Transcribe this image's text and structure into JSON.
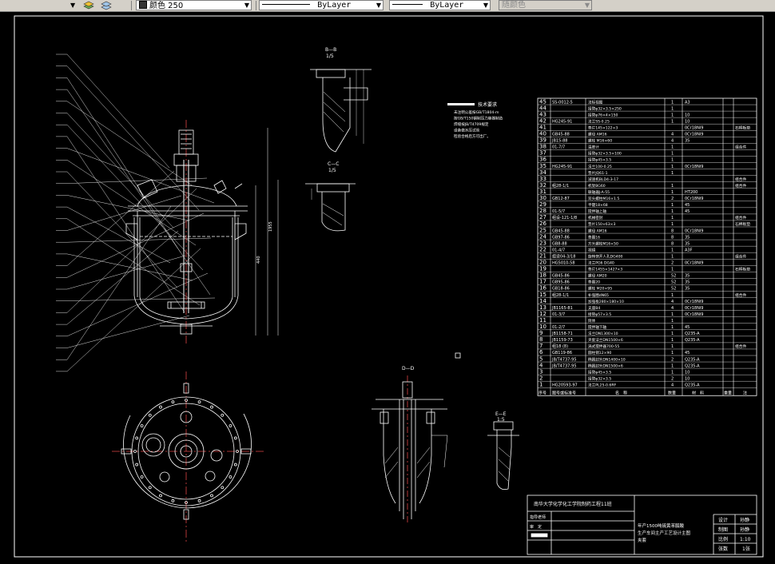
{
  "toolbar": {
    "color_label": "颜色 250",
    "linetype": "ByLayer",
    "lineweight": "ByLayer",
    "plotstyle": "随颜色"
  },
  "views": {
    "bb_title": "B—B",
    "bb_scale": "1/5",
    "cc_title": "C—C",
    "cc_scale": "1/5",
    "dd_title": "D—D",
    "ee_title": "E—E",
    "ee_scale": "1:5",
    "dim_left": "1955",
    "dim_right": "440"
  },
  "tech_req": {
    "title": "技术要求",
    "lines": [
      "未注明公差按GB/T1804-m",
      "按GB/T150钢制压力容器制造",
      "焊缝按JB/T4709规定",
      "设备做水压试验",
      "检验合格后方可出厂。"
    ]
  },
  "parts_list": {
    "headers": {
      "no": "序号",
      "code": "图号或标准号",
      "name": "名　称",
      "qty": "数量",
      "material": "材　料",
      "mass": "重量",
      "remark": "注"
    },
    "rows": [
      {
        "no": "45",
        "code": "SS-0012-5",
        "name": "法标视图",
        "qty": "1",
        "material": "A3",
        "remark": ""
      },
      {
        "no": "44",
        "code": "",
        "name": "接管φ32×3.5×250",
        "qty": "1",
        "material": "",
        "remark": ""
      },
      {
        "no": "43",
        "code": "",
        "name": "接管φ76×4×150",
        "qty": "1",
        "material": "10",
        "remark": ""
      },
      {
        "no": "42",
        "code": "HG245-91",
        "name": "法兰SS-0.25",
        "qty": "1",
        "material": "10",
        "remark": ""
      },
      {
        "no": "41",
        "code": "",
        "name": "垫片145×122×3",
        "qty": "",
        "material": "0Cr18Ni9",
        "remark": "石棉板垫"
      },
      {
        "no": "40",
        "code": "GB45-88",
        "name": "螺母 AM16",
        "qty": "4",
        "material": "0Cr18Ni9",
        "remark": ""
      },
      {
        "no": "39",
        "code": "JB15-88",
        "name": "螺栓 M16×60",
        "qty": "4",
        "material": "35",
        "remark": ""
      },
      {
        "no": "38",
        "code": "01-7/7",
        "name": "温度计",
        "qty": "1",
        "material": "",
        "remark": "组合件"
      },
      {
        "no": "37",
        "code": "",
        "name": "接管φ32×3.5×100",
        "qty": "1",
        "material": "",
        "remark": ""
      },
      {
        "no": "36",
        "code": "",
        "name": "接管φ45×3.5",
        "qty": "1",
        "material": "",
        "remark": ""
      },
      {
        "no": "35",
        "code": "HG245-91",
        "name": "法兰100-0.25",
        "qty": "1",
        "material": "0Cr18Ni9",
        "remark": ""
      },
      {
        "no": "34",
        "code": "",
        "name": "垫片JQ61-1",
        "qty": "1",
        "material": "",
        "remark": ""
      },
      {
        "no": "33",
        "code": "",
        "name": "减速机BLD4-3-17",
        "qty": "",
        "material": "",
        "remark": "组合件"
      },
      {
        "no": "32",
        "code": "组28-1/1",
        "name": "机架BG60",
        "qty": "1",
        "material": "",
        "remark": "组合件"
      },
      {
        "no": "31",
        "code": "",
        "name": "联轴器J-A-55",
        "qty": "1",
        "material": "HT200",
        "remark": ""
      },
      {
        "no": "30",
        "code": "GB12-87",
        "name": "双头螺柱M16×1.5",
        "qty": "2",
        "material": "0Cr18Ni9",
        "remark": ""
      },
      {
        "no": "29",
        "code": "",
        "name": "平键18×68",
        "qty": "1",
        "material": "45",
        "remark": ""
      },
      {
        "no": "28",
        "code": "01-5/7",
        "name": "搅拌轴上轴",
        "qty": "1",
        "material": "45",
        "remark": ""
      },
      {
        "no": "27",
        "code": "组设-121-1/8",
        "name": "机械密封",
        "qty": "1",
        "material": "",
        "remark": "组合件"
      },
      {
        "no": "26",
        "code": "",
        "name": "垫片150×63×3",
        "qty": "1",
        "material": "",
        "remark": "石棉板垫"
      },
      {
        "no": "25",
        "code": "GB45-88",
        "name": "螺母 AM16",
        "qty": "8",
        "material": "0Cr18Ni9",
        "remark": ""
      },
      {
        "no": "24",
        "code": "GB97-86",
        "name": "垫圈16",
        "qty": "8",
        "material": "35",
        "remark": ""
      },
      {
        "no": "23",
        "code": "GB8-88",
        "name": "方头螺栓M16×50",
        "qty": "8",
        "material": "35",
        "remark": ""
      },
      {
        "no": "22",
        "code": "01-4/7",
        "name": "视镜",
        "qty": "1",
        "material": "A3F",
        "remark": ""
      },
      {
        "no": "21",
        "code": "组设04-3/18",
        "name": "旋转快开人孔DG400",
        "qty": "1",
        "material": "",
        "remark": "组合件"
      },
      {
        "no": "20",
        "code": "HG5010-58",
        "name": "法兰PG6 DG40",
        "qty": "2",
        "material": "0Cr18Ni9",
        "remark": ""
      },
      {
        "no": "19",
        "code": "",
        "name": "垫片1455×1427×3",
        "qty": "1",
        "material": "",
        "remark": "石棉板垫"
      },
      {
        "no": "18",
        "code": "GB45-86",
        "name": "螺母 AM20",
        "qty": "52",
        "material": "35",
        "remark": ""
      },
      {
        "no": "17",
        "code": "GB95-86",
        "name": "垫圈20",
        "qty": "52",
        "material": "35",
        "remark": ""
      },
      {
        "no": "16",
        "code": "GB18-86",
        "name": "螺栓 M20×95",
        "qty": "52",
        "material": "35",
        "remark": ""
      },
      {
        "no": "15",
        "code": "组28-1/1",
        "name": "补强圈dN65",
        "qty": "1",
        "material": "",
        "remark": "组合件"
      },
      {
        "no": "14",
        "code": "",
        "name": "加强板280×180×10",
        "qty": "4",
        "material": "0Cr18Ni9",
        "remark": ""
      },
      {
        "no": "13",
        "code": "JB1165-81",
        "name": "支座B4",
        "qty": "4",
        "material": "0Cr18Ni9",
        "remark": ""
      },
      {
        "no": "12",
        "code": "01-3/7",
        "name": "接管φ57×3.5",
        "qty": "1",
        "material": "0Cr18Ni9",
        "remark": ""
      },
      {
        "no": "11",
        "code": "",
        "name": "筒体",
        "qty": "1",
        "material": "",
        "remark": ""
      },
      {
        "no": "10",
        "code": "01-2/7",
        "name": "搅拌轴下轴",
        "qty": "1",
        "material": "45",
        "remark": ""
      },
      {
        "no": "9",
        "code": "JB1158-71",
        "name": "法兰DN1300×10",
        "qty": "1",
        "material": "Q235-A",
        "remark": ""
      },
      {
        "no": "8",
        "code": "JB1159-73",
        "name": "夹套法兰DN1500×6",
        "qty": "1",
        "material": "Q235-A",
        "remark": ""
      },
      {
        "no": "7",
        "code": "组18 (8)",
        "name": "涡式搅拌器700-55",
        "qty": "1",
        "material": "",
        "remark": "组合件"
      },
      {
        "no": "6",
        "code": "GB119-86",
        "name": "圆柱销12×90",
        "qty": "1",
        "material": "45",
        "remark": ""
      },
      {
        "no": "5",
        "code": "JB/T4737-95",
        "name": "椭圆封头DN1400×10",
        "qty": "2",
        "material": "Q235-A",
        "remark": ""
      },
      {
        "no": "4",
        "code": "JB/T4737-95",
        "name": "椭圆封头DN1500×6",
        "qty": "1",
        "material": "Q235-A",
        "remark": ""
      },
      {
        "no": "3",
        "code": "",
        "name": "接管φ45×3.5",
        "qty": "1",
        "material": "10",
        "remark": ""
      },
      {
        "no": "2",
        "code": "",
        "name": "接管φ32×3.5",
        "qty": "2",
        "material": "10",
        "remark": ""
      },
      {
        "no": "1",
        "code": "HG20593-97",
        "name": "法兰PL25-0.6RF",
        "qty": "4",
        "material": "Q235-A",
        "remark": ""
      }
    ]
  },
  "title_block": {
    "school": "南华大学化学化工学院制药工程11班",
    "project_line1": "年产1500吨硫黄苯胍酸",
    "project_line2": "生产车间主产工艺设计主图",
    "project_line3": "夹套",
    "designer_label": "指导老师",
    "checker_label": "审　定",
    "cells": [
      "设计",
      "孙静",
      "制图",
      "孙静",
      "比例",
      "1:10",
      "张数",
      "1张"
    ]
  }
}
